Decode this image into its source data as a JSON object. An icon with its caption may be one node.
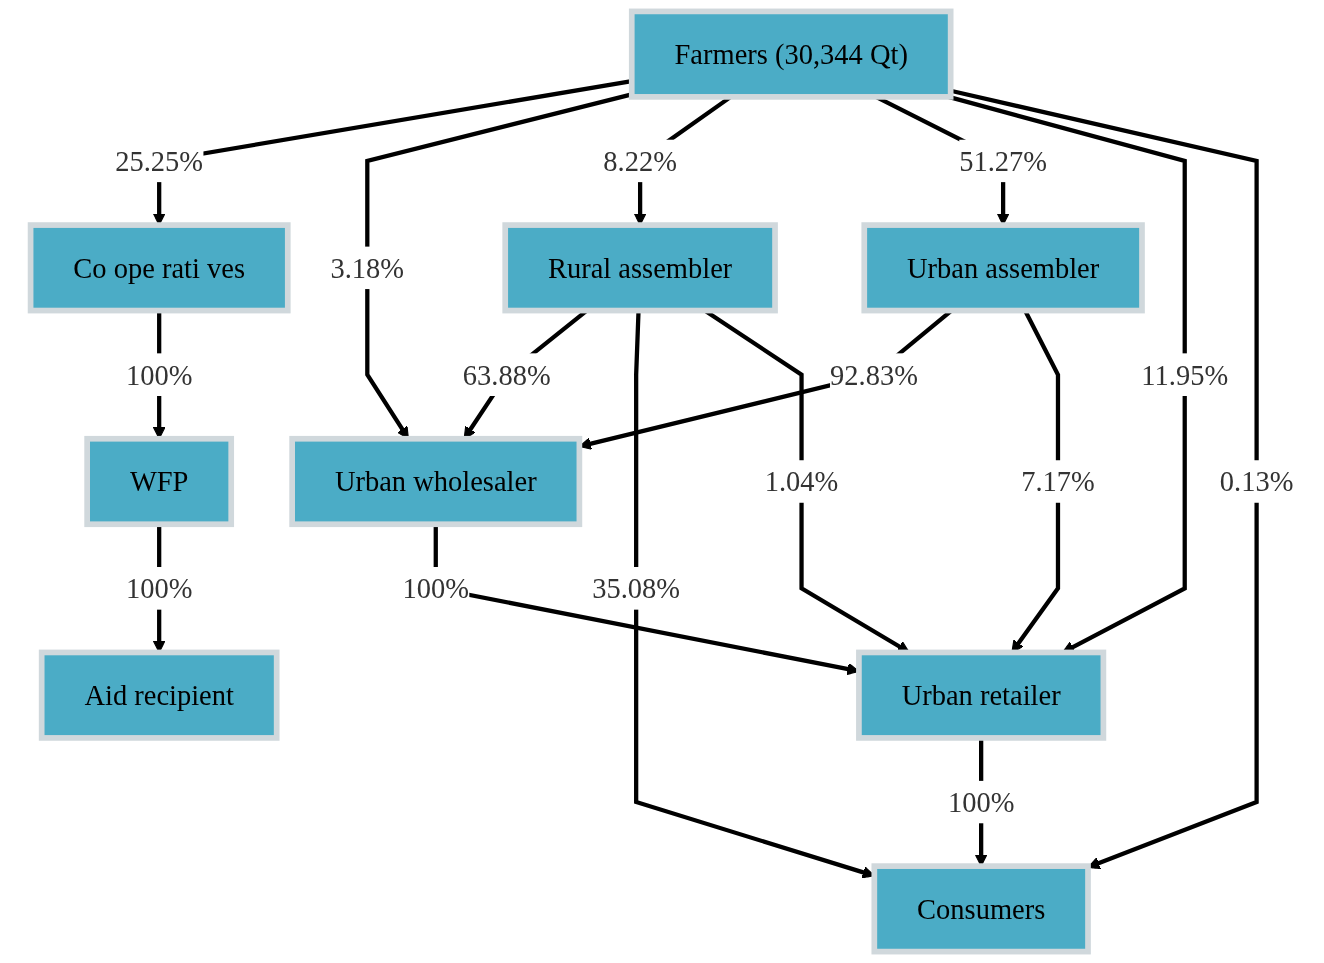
{
  "diagram": {
    "nodes": [
      {
        "text": [
          "Farmers (30,344 Qt)"
        ]
      },
      {
        "text": [
          "Co ope rati ves"
        ]
      },
      {
        "text": [
          "Rural assembler"
        ]
      },
      {
        "text": [
          "Urban assembler"
        ]
      },
      {
        "text": [
          "Urban wholesaler"
        ]
      },
      {
        "text": [
          "WFP"
        ]
      },
      {
        "text": [
          "Urban retailer"
        ]
      },
      {
        "text": [
          "Aid recipient"
        ]
      },
      {
        "text": [
          "Consumers"
        ]
      }
    ],
    "edges": [
      {
        "from": 0,
        "to": 1,
        "arrow": "to",
        "label": "25.25%"
      },
      {
        "from": 0,
        "to": 4,
        "arrow": "to",
        "label": "3.18%"
      },
      {
        "from": 0,
        "to": 2,
        "arrow": "to",
        "label": "8.22%"
      },
      {
        "from": 0,
        "to": 3,
        "arrow": "to",
        "label": "51.27%"
      },
      {
        "from": 0,
        "to": 6,
        "arrow": "to",
        "label": "11.95%"
      },
      {
        "from": 0,
        "to": 8,
        "arrow": "to",
        "label": "0.13%"
      },
      {
        "from": 1,
        "to": 5,
        "arrow": "to",
        "label": "100%"
      },
      {
        "from": 5,
        "to": 7,
        "arrow": "to",
        "label": "100%"
      },
      {
        "from": 2,
        "to": 4,
        "arrow": "to",
        "label": "63.88%"
      },
      {
        "from": 3,
        "to": 4,
        "arrow": "to",
        "label": "92.83%"
      },
      {
        "from": 3,
        "to": 6,
        "arrow": "to",
        "label": "7.17%"
      },
      {
        "from": 4,
        "to": 6,
        "arrow": "to",
        "label": "100%"
      },
      {
        "from": 2,
        "to": 8,
        "arrow": "to",
        "label": "35.08%"
      },
      {
        "from": 2,
        "to": 6,
        "arrow": "to",
        "label": "1.04%"
      },
      {
        "from": 6,
        "to": 8,
        "arrow": "to",
        "label": "100%"
      }
    ]
  }
}
